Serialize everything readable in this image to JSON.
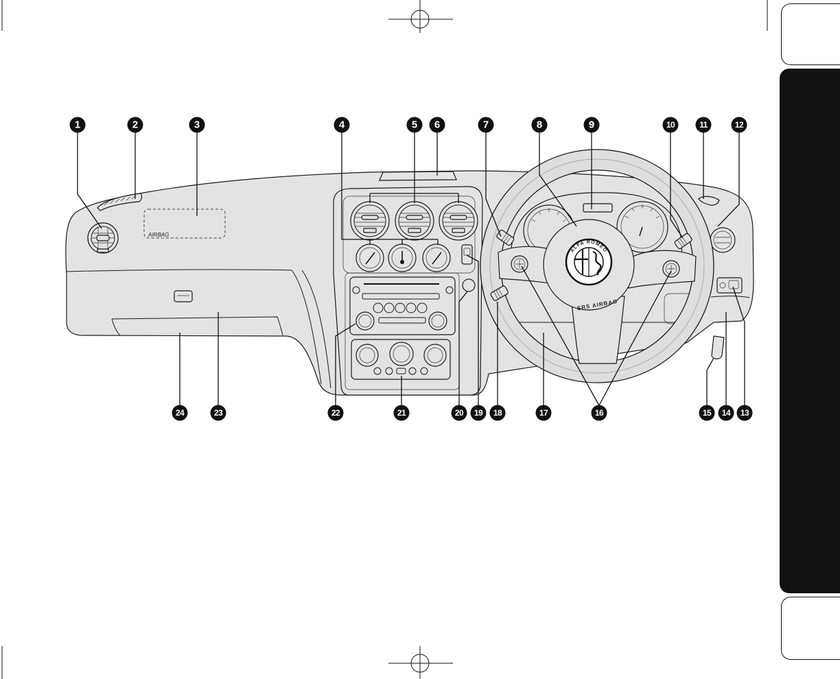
{
  "callouts": [
    "1",
    "2",
    "3",
    "4",
    "5",
    "6",
    "7",
    "8",
    "9",
    "10",
    "11",
    "12",
    "13",
    "14",
    "15",
    "16",
    "17",
    "18",
    "19",
    "20",
    "21",
    "22",
    "23",
    "24"
  ],
  "labels": {
    "passenger_airbag": "AIRBAG",
    "driver_airbag": "SRS AIRBAG",
    "logo": "ALFA ROMEO"
  },
  "colors": {
    "ink": "#111111",
    "dashboard_fill": "#e3e3e3",
    "active_tab": "#111111"
  }
}
